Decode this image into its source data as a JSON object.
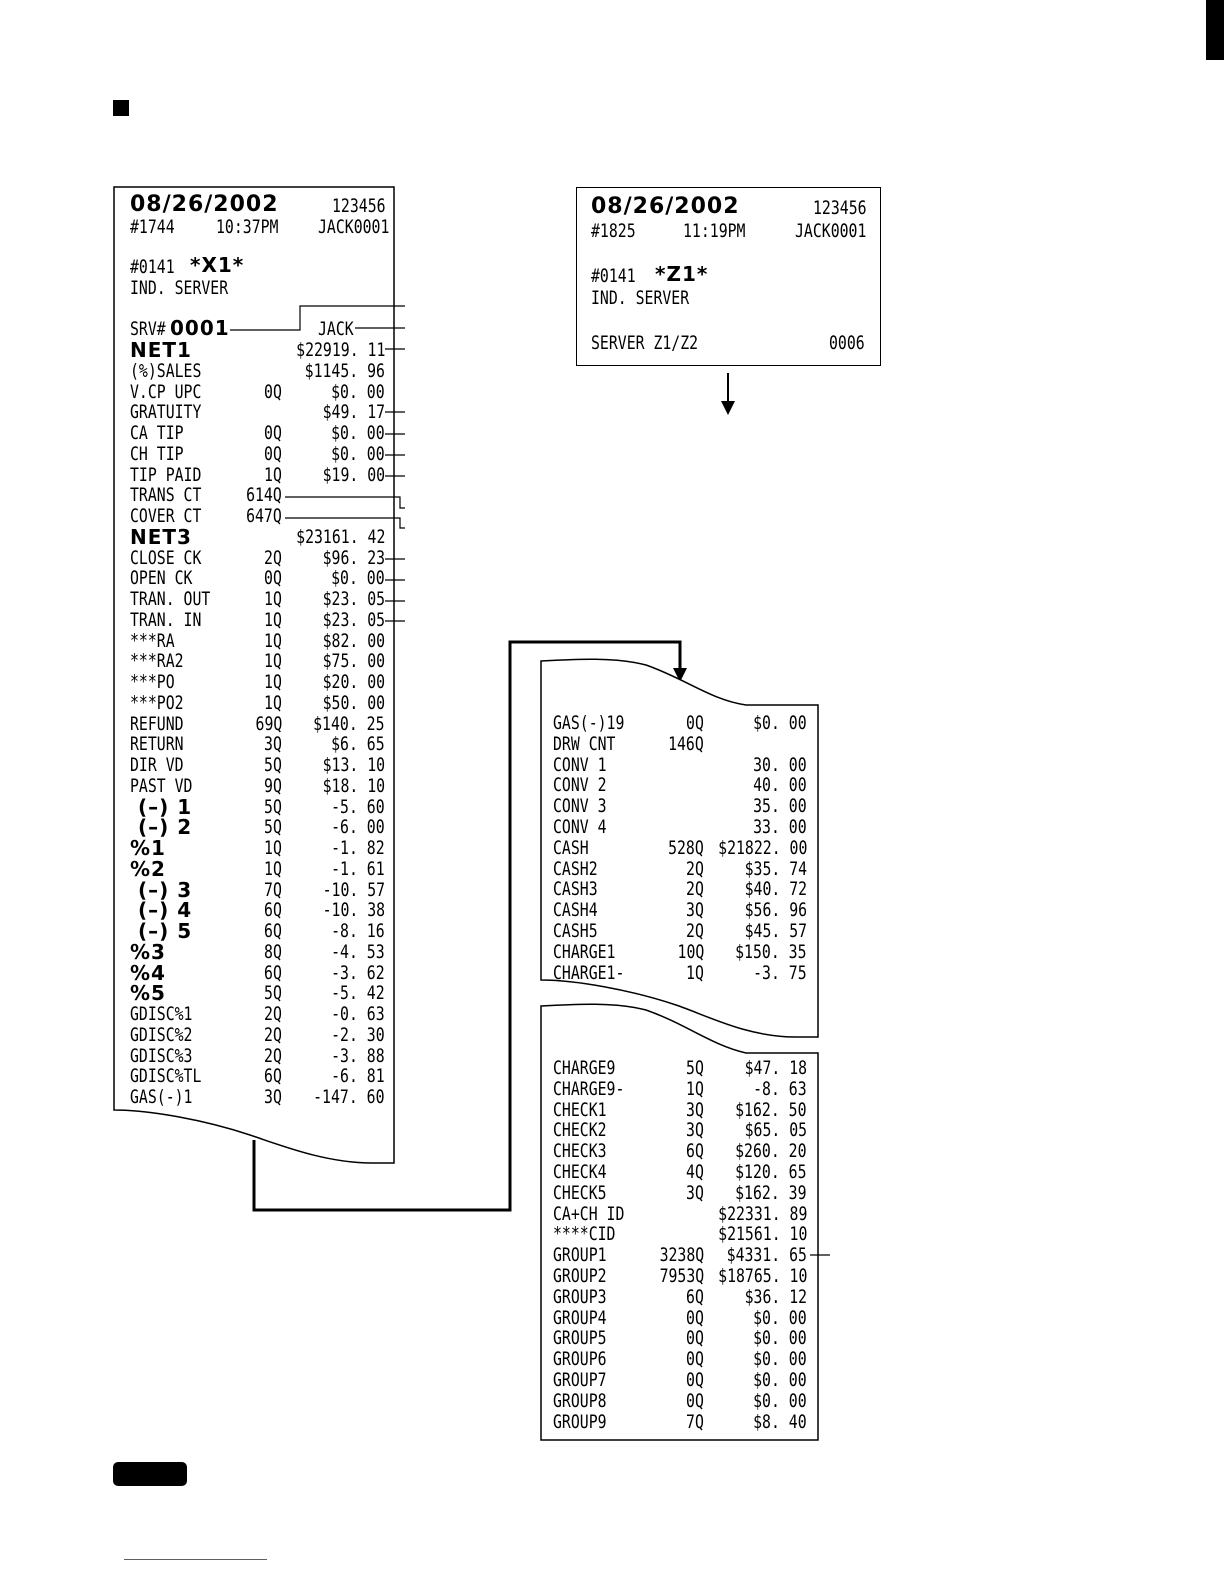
{
  "x1_report": {
    "date": "08/26/2002",
    "machine_no": "123456",
    "consec_no": "#1744",
    "time": "10:37PM",
    "clerk": "JACK0001",
    "mode_no": "#0141",
    "mode_label": "*X1*",
    "report_title": "IND. SERVER",
    "server_label": "SRV#",
    "server_code": "0001",
    "server_name": "JACK",
    "rows": [
      {
        "label": "NET1",
        "qty": "",
        "amount": "$22919. 11",
        "big": true
      },
      {
        "label": "(%)SALES",
        "qty": "",
        "amount": "$1145. 96"
      },
      {
        "label": "V.CP UPC",
        "qty": "0Q",
        "amount": "$0. 00"
      },
      {
        "label": "GRATUITY",
        "qty": "",
        "amount": "$49. 17"
      },
      {
        "label": "CA TIP",
        "qty": "0Q",
        "amount": "$0. 00"
      },
      {
        "label": "CH TIP",
        "qty": "0Q",
        "amount": "$0. 00"
      },
      {
        "label": "TIP PAID",
        "qty": "1Q",
        "amount": "$19. 00"
      },
      {
        "label": "TRANS CT",
        "qty": "614Q",
        "amount": ""
      },
      {
        "label": "COVER CT",
        "qty": "647Q",
        "amount": ""
      },
      {
        "label": "NET3",
        "qty": "",
        "amount": "$23161. 42",
        "big": true
      },
      {
        "label": "CLOSE CK",
        "qty": "2Q",
        "amount": "$96. 23"
      },
      {
        "label": "OPEN CK",
        "qty": "0Q",
        "amount": "$0. 00"
      },
      {
        "label": "TRAN. OUT",
        "qty": "1Q",
        "amount": "$23. 05"
      },
      {
        "label": "TRAN. IN",
        "qty": "1Q",
        "amount": "$23. 05"
      },
      {
        "label": "***RA",
        "qty": "1Q",
        "amount": "$82. 00"
      },
      {
        "label": "***RA2",
        "qty": "1Q",
        "amount": "$75. 00"
      },
      {
        "label": "***PO",
        "qty": "1Q",
        "amount": "$20. 00"
      },
      {
        "label": "***PO2",
        "qty": "1Q",
        "amount": "$50. 00"
      },
      {
        "label": "REFUND",
        "qty": "69Q",
        "amount": "$140. 25"
      },
      {
        "label": "RETURN",
        "qty": "3Q",
        "amount": "$6. 65"
      },
      {
        "label": "DIR VD",
        "qty": "5Q",
        "amount": "$13. 10"
      },
      {
        "label": "PAST VD",
        "qty": "9Q",
        "amount": "$18. 10"
      },
      {
        "label": " (–) 1",
        "qty": "5Q",
        "amount": "-5. 60",
        "big": true
      },
      {
        "label": " (–) 2",
        "qty": "5Q",
        "amount": "-6. 00",
        "big": true
      },
      {
        "label": "%1",
        "qty": "1Q",
        "amount": "-1. 82",
        "big": true
      },
      {
        "label": "%2",
        "qty": "1Q",
        "amount": "-1. 61",
        "big": true
      },
      {
        "label": " (–) 3",
        "qty": "7Q",
        "amount": "-10. 57",
        "big": true
      },
      {
        "label": " (–) 4",
        "qty": "6Q",
        "amount": "-10. 38",
        "big": true
      },
      {
        "label": " (–) 5",
        "qty": "6Q",
        "amount": "-8. 16",
        "big": true
      },
      {
        "label": "%3",
        "qty": "8Q",
        "amount": "-4. 53",
        "big": true
      },
      {
        "label": "%4",
        "qty": "6Q",
        "amount": "-3. 62",
        "big": true
      },
      {
        "label": "%5",
        "qty": "5Q",
        "amount": "-5. 42",
        "big": true
      },
      {
        "label": "GDISC%1",
        "qty": "2Q",
        "amount": "-0. 63"
      },
      {
        "label": "GDISC%2",
        "qty": "2Q",
        "amount": "-2. 30"
      },
      {
        "label": "GDISC%3",
        "qty": "2Q",
        "amount": "-3. 88"
      },
      {
        "label": "GDISC%TL",
        "qty": "6Q",
        "amount": "-6. 81"
      },
      {
        "label": "GAS(-)1",
        "qty": "3Q",
        "amount": "-147. 60"
      }
    ]
  },
  "z1_report": {
    "date": "08/26/2002",
    "machine_no": "123456",
    "consec_no": "#1825",
    "time": "11:19PM",
    "clerk": "JACK0001",
    "mode_no": "#0141",
    "mode_label": "*Z1*",
    "report_title": "IND. SERVER",
    "counter_label": "SERVER Z1/Z2",
    "counter_value": "0006"
  },
  "continued_1": {
    "rows": [
      {
        "label": "GAS(-)19",
        "qty": "0Q",
        "amount": "$0. 00"
      },
      {
        "label": "DRW CNT",
        "qty": "146Q",
        "amount": ""
      },
      {
        "label": "CONV 1",
        "qty": "",
        "amount": "30. 00"
      },
      {
        "label": "CONV 2",
        "qty": "",
        "amount": "40. 00"
      },
      {
        "label": "CONV 3",
        "qty": "",
        "amount": "35. 00"
      },
      {
        "label": "CONV 4",
        "qty": "",
        "amount": "33. 00"
      },
      {
        "label": "CASH",
        "qty": "528Q",
        "amount": "$21822. 00"
      },
      {
        "label": "CASH2",
        "qty": "2Q",
        "amount": "$35. 74"
      },
      {
        "label": "CASH3",
        "qty": "2Q",
        "amount": "$40. 72"
      },
      {
        "label": "CASH4",
        "qty": "3Q",
        "amount": "$56. 96"
      },
      {
        "label": "CASH5",
        "qty": "2Q",
        "amount": "$45. 57"
      },
      {
        "label": "CHARGE1",
        "qty": "10Q",
        "amount": "$150. 35"
      },
      {
        "label": "CHARGE1-",
        "qty": "1Q",
        "amount": "-3. 75"
      }
    ]
  },
  "continued_2": {
    "rows": [
      {
        "label": "CHARGE9",
        "qty": "5Q",
        "amount": "$47. 18"
      },
      {
        "label": "CHARGE9-",
        "qty": "1Q",
        "amount": "-8. 63"
      },
      {
        "label": "CHECK1",
        "qty": "3Q",
        "amount": "$162. 50"
      },
      {
        "label": "CHECK2",
        "qty": "3Q",
        "amount": "$65. 05"
      },
      {
        "label": "CHECK3",
        "qty": "6Q",
        "amount": "$260. 20"
      },
      {
        "label": "CHECK4",
        "qty": "4Q",
        "amount": "$120. 65"
      },
      {
        "label": "CHECK5",
        "qty": "3Q",
        "amount": "$162. 39"
      },
      {
        "label": "CA+CH ID",
        "qty": "",
        "amount": "$22331. 89"
      },
      {
        "label": "****CID",
        "qty": "",
        "amount": "$21561. 10"
      },
      {
        "label": "GROUP1",
        "qty": "3238Q",
        "amount": "$4331. 65"
      },
      {
        "label": "GROUP2",
        "qty": "7953Q",
        "amount": "$18765. 10"
      },
      {
        "label": "GROUP3",
        "qty": "6Q",
        "amount": "$36. 12"
      },
      {
        "label": "GROUP4",
        "qty": "0Q",
        "amount": "$0. 00"
      },
      {
        "label": "GROUP5",
        "qty": "0Q",
        "amount": "$0. 00"
      },
      {
        "label": "GROUP6",
        "qty": "0Q",
        "amount": "$0. 00"
      },
      {
        "label": "GROUP7",
        "qty": "0Q",
        "amount": "$0. 00"
      },
      {
        "label": "GROUP8",
        "qty": "0Q",
        "amount": "$0. 00"
      },
      {
        "label": "GROUP9",
        "qty": "7Q",
        "amount": "$8. 40"
      }
    ]
  }
}
